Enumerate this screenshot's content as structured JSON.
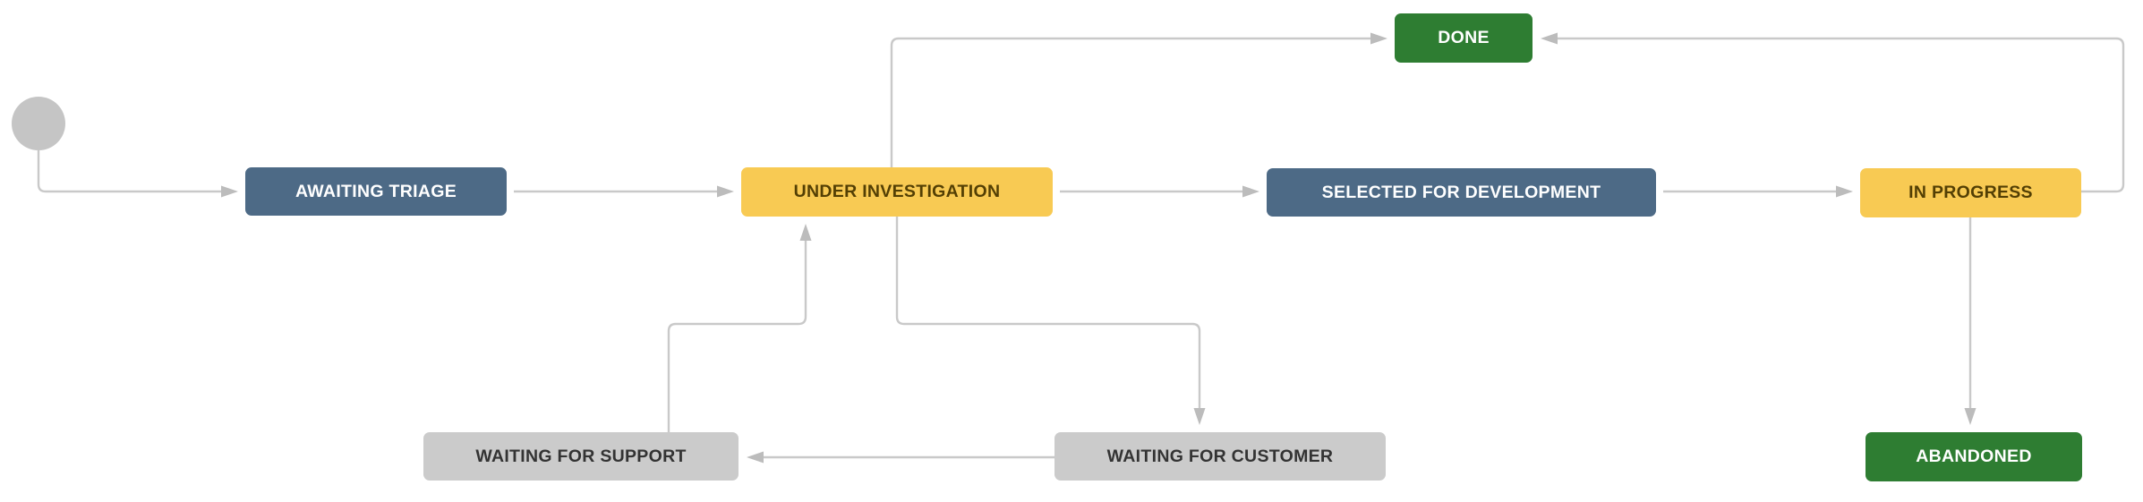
{
  "diagram": {
    "kind": "workflow-status-diagram",
    "background_color": "#ffffff",
    "connector_color": "#c9c9c9",
    "arrowhead_color": "#bcbcbc",
    "start_node": {
      "id": "start",
      "shape": "circle",
      "color": "#c5c5c5"
    },
    "statuses": [
      {
        "id": "awaiting-triage",
        "label": "AWAITING TRIAGE",
        "category_color": "#4d6a86",
        "text_color": "#ffffff"
      },
      {
        "id": "under-investigation",
        "label": "UNDER INVESTIGATION",
        "category_color": "#f8ca53",
        "text_color": "#533f04"
      },
      {
        "id": "selected-for-development",
        "label": "SELECTED FOR DEVELOPMENT",
        "category_color": "#4d6a86",
        "text_color": "#ffffff"
      },
      {
        "id": "in-progress",
        "label": "IN PROGRESS",
        "category_color": "#f8ca53",
        "text_color": "#533f04"
      },
      {
        "id": "done",
        "label": "DONE",
        "category_color": "#2e7d32",
        "text_color": "#ffffff"
      },
      {
        "id": "abandoned",
        "label": "ABANDONED",
        "category_color": "#2e7d32",
        "text_color": "#ffffff"
      },
      {
        "id": "waiting-for-support",
        "label": "WAITING FOR SUPPORT",
        "category_color": "#cbcbcb",
        "text_color": "#333333"
      },
      {
        "id": "waiting-for-customer",
        "label": "WAITING FOR CUSTOMER",
        "category_color": "#cbcbcb",
        "text_color": "#333333"
      }
    ],
    "transitions": [
      {
        "from": "start",
        "to": "awaiting-triage"
      },
      {
        "from": "awaiting-triage",
        "to": "under-investigation"
      },
      {
        "from": "under-investigation",
        "to": "selected-for-development"
      },
      {
        "from": "selected-for-development",
        "to": "in-progress"
      },
      {
        "from": "under-investigation",
        "to": "done"
      },
      {
        "from": "in-progress",
        "to": "done"
      },
      {
        "from": "in-progress",
        "to": "abandoned"
      },
      {
        "from": "under-investigation",
        "to": "waiting-for-customer"
      },
      {
        "from": "waiting-for-customer",
        "to": "waiting-for-support"
      },
      {
        "from": "waiting-for-support",
        "to": "under-investigation"
      }
    ]
  }
}
